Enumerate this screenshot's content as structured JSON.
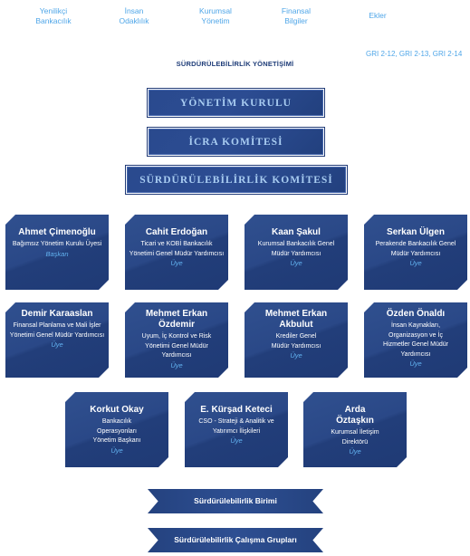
{
  "nav": {
    "items": [
      {
        "label_1": "Yenilikçi",
        "label_2": "Bankacılık"
      },
      {
        "label_1": "İnsan",
        "label_2": "Odaklılık"
      },
      {
        "label_1": "Kurumsal",
        "label_2": "Yönetim"
      },
      {
        "label_1": "Finansal",
        "label_2": "Bilgiler"
      },
      {
        "label_1": "Ekler",
        "label_2": ""
      }
    ]
  },
  "gri": "GRI 2-12, GRI 2-13, GRI 2-14",
  "section_title": "SÜRDÜRÜLEBİLİRLİK YÖNETİŞİMİ",
  "banners": {
    "board": "YÖNETİM KURULU",
    "executive": "İCRA KOMİTESİ",
    "sustainability": "SÜRDÜRÜLEBİLİRLİK KOMİTESİ"
  },
  "members": [
    {
      "name": "Ahmet Çimenoğlu",
      "role": "Bağımsız Yönetim Kurulu Üyesi",
      "status": "Başkan"
    },
    {
      "name": "Cahit Erdoğan",
      "role": "Ticari ve KOBİ Bankacılık Yönetimi Genel Müdür Yardımcısı",
      "status": "Üye"
    },
    {
      "name": "Kaan Şakul",
      "role": "Kurumsal Bankacılık Genel Müdür Yardımcısı",
      "status": "Üye"
    },
    {
      "name": "Serkan Ülgen",
      "role": "Perakende Bankacılık Genel Müdür Yardımcısı",
      "status": "Üye"
    },
    {
      "name": "Demir Karaaslan",
      "role": "Finansal Planlama ve Mali İşler Yönetimi Genel Müdür Yardımcısı",
      "status": "Üye"
    },
    {
      "name": "Mehmet Erkan Özdemir",
      "role": "Uyum, İç Kontrol ve Risk Yönetimi Genel Müdür Yardımcısı",
      "status": "Üye"
    },
    {
      "name": "Mehmet Erkan Akbulut",
      "role": "Krediler Genel Müdür Yardımcısı",
      "status": "Üye"
    },
    {
      "name": "Özden Önaldı",
      "role": "İnsan Kaynakları, Organizasyon ve İç Hizmetler Genel Müdür Yardımcısı",
      "status": "Üye"
    },
    {
      "name": "Korkut Okay",
      "role": "Bankacılık Operasyonları Yönetim Başkanı",
      "status": "Üye"
    },
    {
      "name": "E. Kürşad Keteci",
      "role": "CSO - Strateji & Analitik ve Yatırımcı İlişkileri",
      "status": "Üye"
    },
    {
      "name": "Arda Öztaşkın",
      "role": "Kurumsal İletişim Direktörü",
      "status": "Üye"
    }
  ],
  "ribbons": {
    "unit": "Sürdürülebilirlik Birimi",
    "working_groups": "Sürdürülebilirlik Çalışma Grupları"
  }
}
